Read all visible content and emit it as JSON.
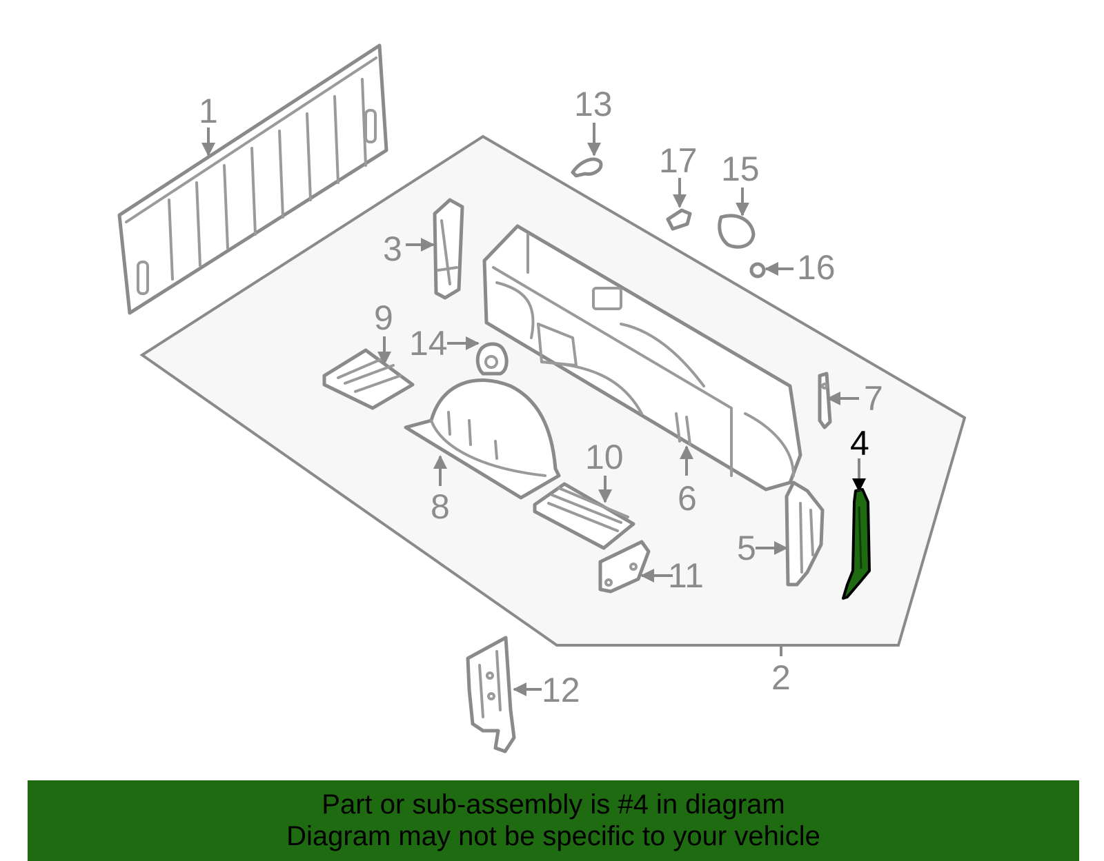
{
  "callouts": {
    "c1": "1",
    "c2": "2",
    "c3": "3",
    "c4": "4",
    "c5": "5",
    "c6": "6",
    "c7": "7",
    "c8": "8",
    "c9": "9",
    "c10": "10",
    "c11": "11",
    "c12": "12",
    "c13": "13",
    "c14": "14",
    "c15": "15",
    "c16": "16",
    "c17": "17"
  },
  "highlight": {
    "part": "4",
    "color": "#1e6b12"
  },
  "banner": {
    "line1": "Part or sub-assembly is #4 in diagram",
    "line2": "Diagram may not be specific to your vehicle",
    "color": "#1e6b12"
  }
}
